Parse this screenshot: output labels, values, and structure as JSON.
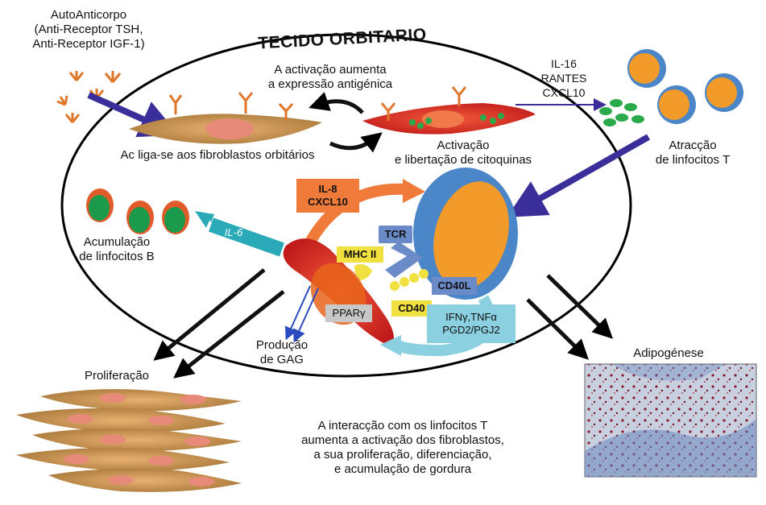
{
  "title": "TECIDO ORBITARIO",
  "autoantibody": {
    "line1": "AutoAnticorpo",
    "line2": "(Anti-Receptor TSH,",
    "line3": "Anti-Receptor IGF-1)"
  },
  "antigen_expression": {
    "line1": "A activação aumenta",
    "line2": "a expressão antigénica"
  },
  "binding": "Ac liga-se aos fibroblastos orbitários",
  "activation": {
    "line1": "Activação",
    "line2": "e libertação de citoquinas"
  },
  "chemokines": {
    "line1": "IL-16",
    "line2": "RANTES",
    "line3": "CXCL10"
  },
  "t_attraction": {
    "line1": "Atracção",
    "line2": "de linfocitos T"
  },
  "il8_box": {
    "line1": "IL-8",
    "line2": "CXCL10"
  },
  "il6": "IL-6",
  "b_accumulation": {
    "line1": "Acumulação",
    "line2": "de linfocitos B"
  },
  "tcr": "TCR",
  "mhc": "MHC II",
  "cd40l": "CD40L",
  "cd40": "CD40",
  "ppar": "PPARγ",
  "cytokines": {
    "line1": "IFNγ,TNFα",
    "line2": "PGD2/PGJ2"
  },
  "gag": {
    "line1": "Produção",
    "line2": "de GAG"
  },
  "proliferation": "Proliferação",
  "adipogenesis": "Adipogénese",
  "conclusion": {
    "line1": "A interacção com os linfocitos T",
    "line2": "aumenta a activação dos fibroblastos,",
    "line3": "a sua proliferação, diferenciação,",
    "line4": "e acumulação de gordura"
  },
  "colors": {
    "ellipse_stroke": "#000000",
    "fibroblast": "#c89a5a",
    "activated_fibroblast": "#e8302a",
    "antibody": "#e0762a",
    "blue_arrow": "#3a2e9a",
    "t_cell_outer": "#4a86c8",
    "t_cell_inner": "#f29a2a",
    "b_cell_outer": "#e05a2a",
    "b_cell_inner": "#1a9a4a",
    "il6_arrow": "#2aaab8",
    "il8_box": "#f07a3a",
    "mhc_box": "#f0e040",
    "tcr_box": "#6a8ac8",
    "cytokine_box": "#8ad0e0",
    "cytokine_dot": "#2aaa4a"
  }
}
